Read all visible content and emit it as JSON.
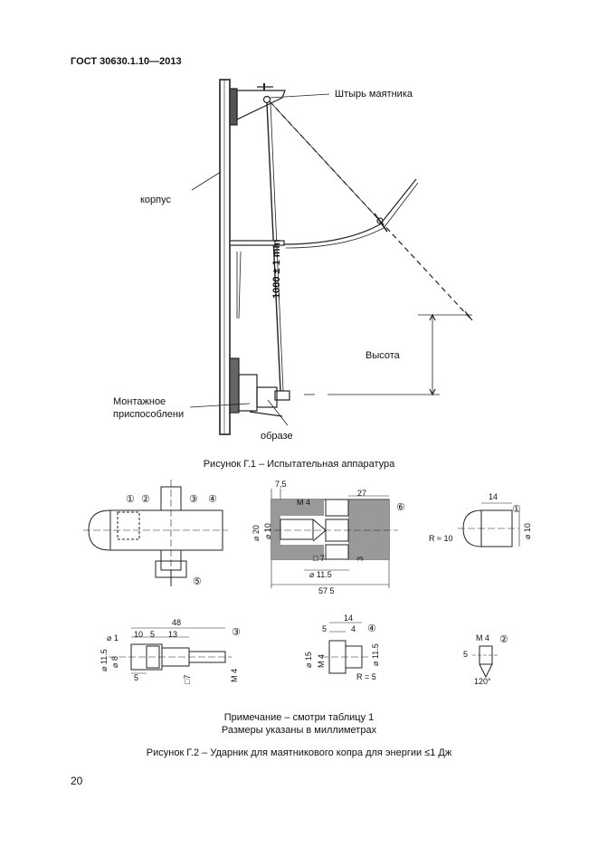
{
  "header": {
    "standard": "ГОСТ 30630.1.10—2013"
  },
  "figure1": {
    "labels": {
      "pin": "Штырь маятника",
      "body": "корпус",
      "length": "1000 ± 1 mm",
      "height": "Высота",
      "mount": "Монтажное приспособлени",
      "sample": "образе"
    },
    "caption": "Рисунок Г.1 – Испытательная аппаратура"
  },
  "figure2": {
    "callouts": [
      "①",
      "②",
      "③",
      "④",
      "⑤",
      "⑥"
    ],
    "dims_top_center": {
      "d75": "7,5",
      "m4": "M 4",
      "d27": "27",
      "dia20": "⌀ 20",
      "dia10": "⌀ 10",
      "sq7": "□ 7",
      "dia115": "⌀ 11.5",
      "d3": "3",
      "d575": "57 5"
    },
    "dims_top_right": {
      "d14": "14",
      "r10": "R ≈ 10",
      "dia10": "⌀ 10"
    },
    "dims_bottom_left": {
      "d48": "48",
      "d10": "10",
      "d5": "5",
      "d13": "13",
      "dia1": "⌀ 1",
      "dia115": "⌀ 11.5",
      "dia8": "⌀ 8",
      "d5b": "5",
      "sq7": "□7",
      "m4": "M 4"
    },
    "dims_bottom_center": {
      "d14": "14",
      "d5": "5",
      "d4": "4",
      "dia15": "⌀ 15",
      "m4": "M 4",
      "dia115": "⌀ 11.5",
      "r5": "R = 5"
    },
    "dims_bottom_right": {
      "m4": "M 4",
      "d5": "5",
      "angle": "120°"
    },
    "note": "Примечание – смотри таблицу 1",
    "units": "Размеры указаны в миллиметрах",
    "caption": "Рисунок Г.2 – Ударник для маятникового копра для энергии ≤1 Дж"
  },
  "footer": {
    "page_number": "20"
  }
}
